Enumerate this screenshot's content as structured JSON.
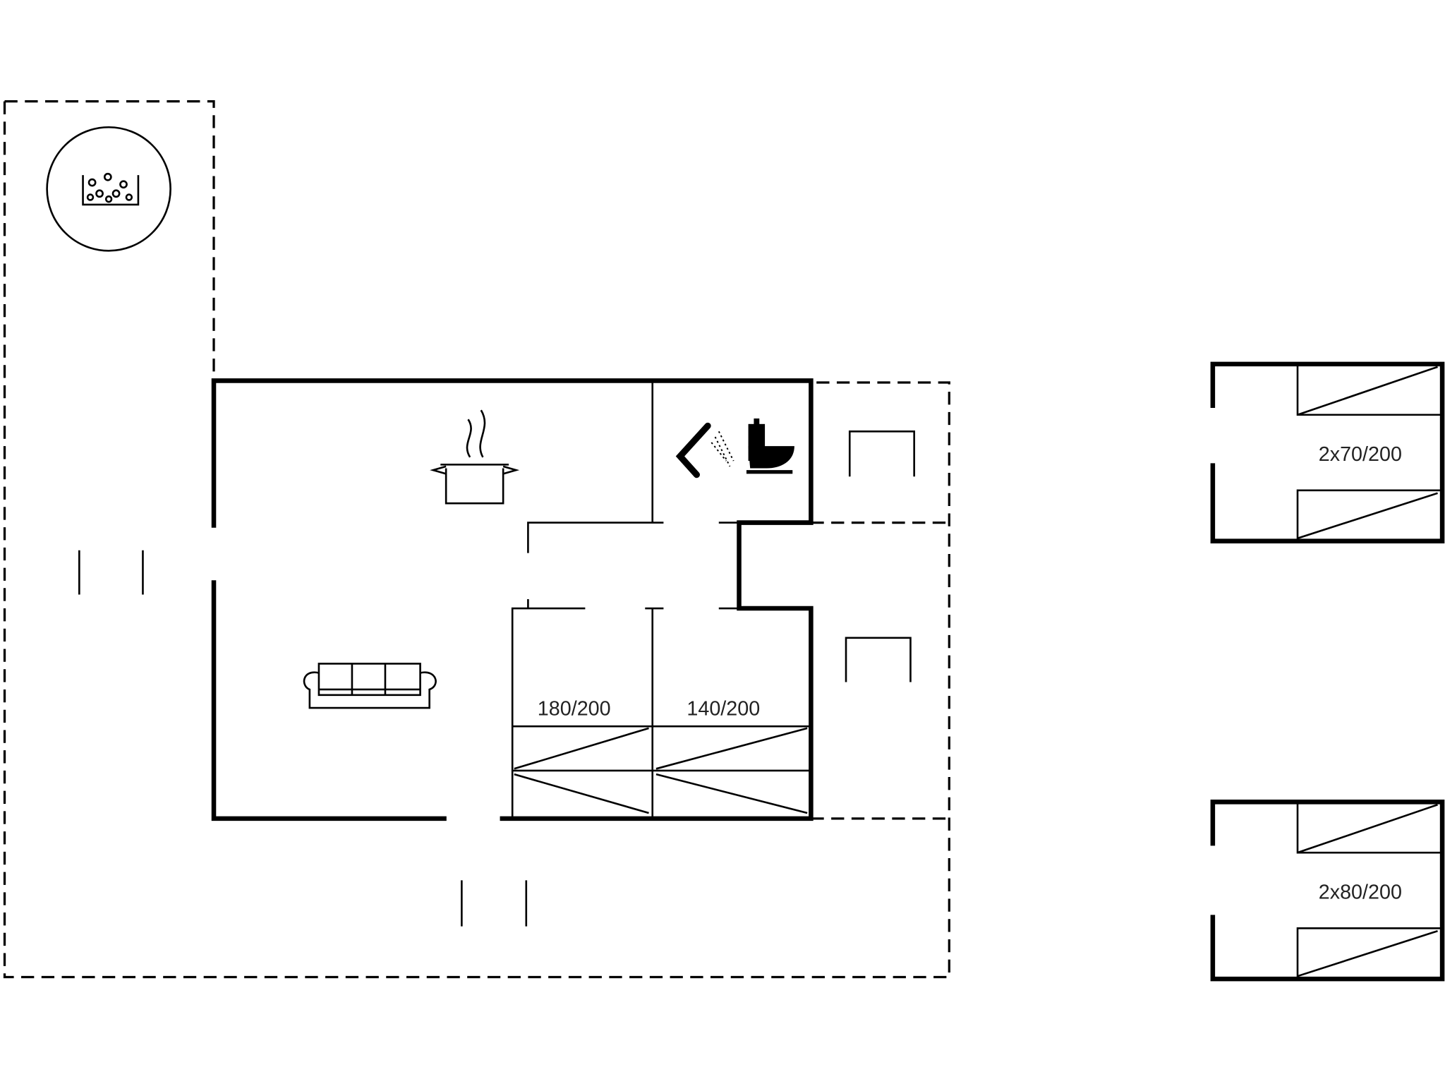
{
  "floorplan": {
    "bed_labels": {
      "bedroom1": "180/200",
      "bedroom2": "140/200",
      "annex1": "2x70/200",
      "annex2": "2x80/200"
    },
    "icons": [
      "hot-tub-icon",
      "cooking-pot-icon",
      "shower-icon",
      "toilet-icon",
      "sofa-icon"
    ],
    "line_color": "#000000",
    "background": "#ffffff"
  }
}
